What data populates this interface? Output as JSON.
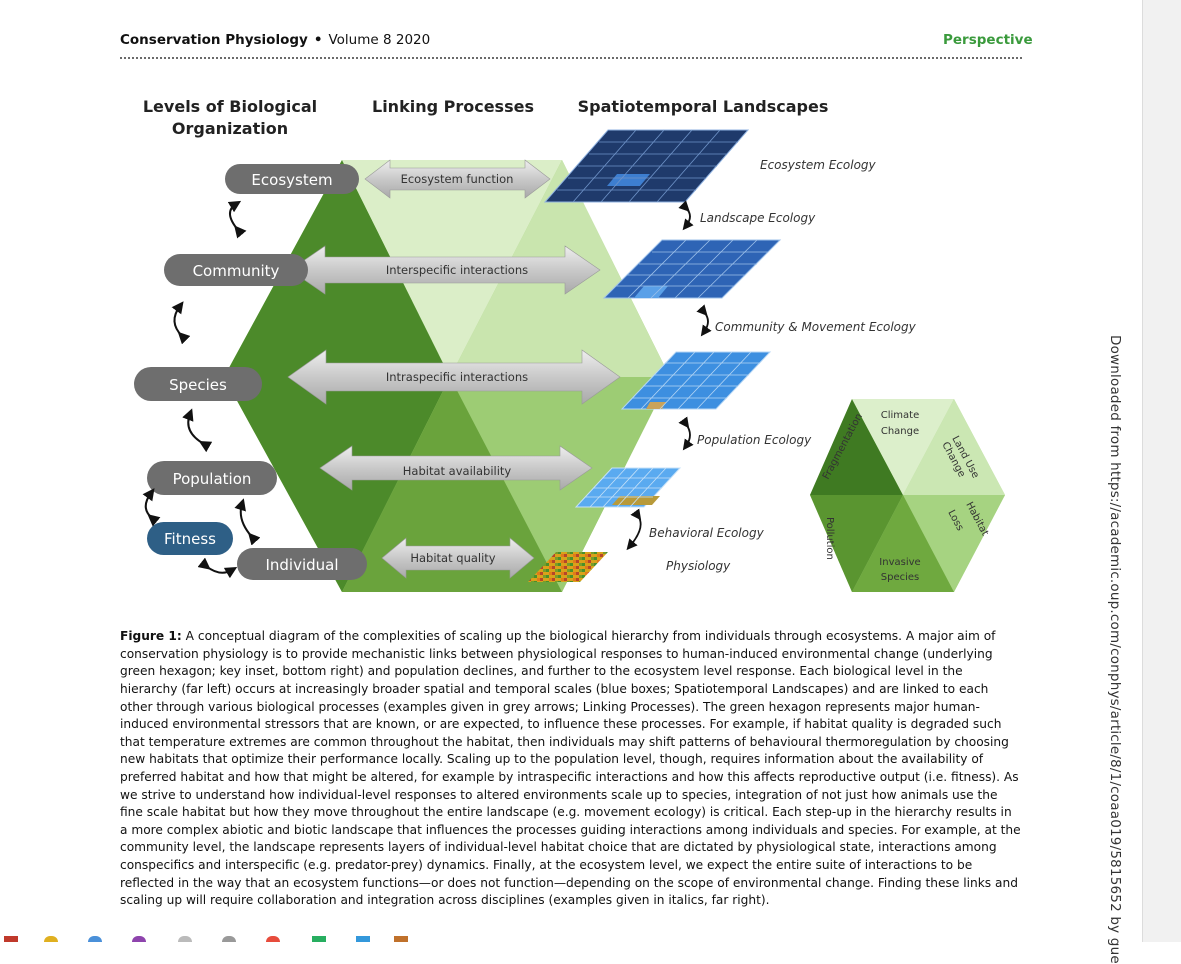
{
  "header": {
    "journal": "Conservation Physiology",
    "separator": "•",
    "volume": "Volume 8 2020",
    "article_type": "Perspective"
  },
  "figure": {
    "column_headers": {
      "levels": "Levels of Biological Organization",
      "levels_line1": "Levels of Biological",
      "levels_line2": "Organization",
      "linking": "Linking Processes",
      "landscapes": "Spatiotemporal Landscapes"
    },
    "levels": [
      "Ecosystem",
      "Community",
      "Species",
      "Population",
      "Fitness",
      "Individual"
    ],
    "linking_processes": [
      "Ecosystem function",
      "Interspecific interactions",
      "Intraspecific interactions",
      "Habitat availability",
      "Habitat quality"
    ],
    "ecology_labels": [
      "Ecosystem Ecology",
      "Landscape Ecology",
      "Community & Movement Ecology",
      "Population Ecology",
      "Behavioral Ecology",
      "Physiology"
    ],
    "key": {
      "climate_change_line1": "Climate",
      "climate_change_line2": "Change",
      "land_use_change_line1": "Land Use",
      "land_use_change_line2": "Change",
      "habitat_loss_line1": "Habitat",
      "habitat_loss_line2": "Loss",
      "invasive_species_line1": "Invasive",
      "invasive_species_line2": "Species",
      "pollution": "Pollution",
      "fragmentation": "Fragmentation"
    },
    "colors": {
      "hex_dark": "#4e8a2c",
      "hex_mid": "#7fb84a",
      "hex_light": "#c2e0a3",
      "pill_grey": "#6e6e6e",
      "pill_fitness": "#2e5f86",
      "grid_dark": "#1f3a6b",
      "grid_mid": "#2e64b5",
      "grid_light": "#3d8fe0"
    }
  },
  "caption": {
    "label": "Figure 1:",
    "text": "A conceptual diagram of the complexities of scaling up the biological hierarchy from individuals through ecosystems. A major aim of conservation physiology is to provide mechanistic links between physiological responses to human-induced environmental change (underlying green hexagon; key inset, bottom right) and population declines, and further to the ecosystem level response. Each biological level in the hierarchy (far left) occurs at increasingly broader spatial and temporal scales (blue boxes; Spatiotemporal Landscapes) and are linked to each other through various biological processes (examples given in grey arrows; Linking Processes). The green hexagon represents major human-induced environmental stressors that are known, or are expected, to influence these processes. For example, if habitat quality is degraded such that temperature extremes are common throughout the habitat, then individuals may shift patterns of behavioural thermoregulation by choosing new habitats that optimize their performance locally. Scaling up to the population level, though, requires information about the availability of preferred habitat and how that might be altered, for example by intraspecific interactions and how this affects reproductive output (i.e. fitness). As we strive to understand how individual-level responses to altered environments scale up to species, integration of not just how animals use the fine scale habitat but how they move throughout the entire landscape (e.g. movement ecology) is critical. Each step-up in the hierarchy results in a more complex abiotic and biotic landscape that influences the processes guiding interactions among individuals and species. For example, at the community level, the landscape represents layers of individual-level habitat choice that are dictated by physiological state, interactions among conspecifics and interspecific (e.g. predator-prey) dynamics. Finally, at the ecosystem level, we expect the entire suite of interactions to be reflected in the way that an ecosystem functions—or does not function—depending on the scope of environmental change. Finding these links and scaling up will require collaboration and integration across disciplines (examples given in italics, far right)."
  },
  "sidebar": {
    "download_text": "Downloaded from https://academic.oup.com/conphys/article/8/1/coaa019/5815652 by gue"
  }
}
